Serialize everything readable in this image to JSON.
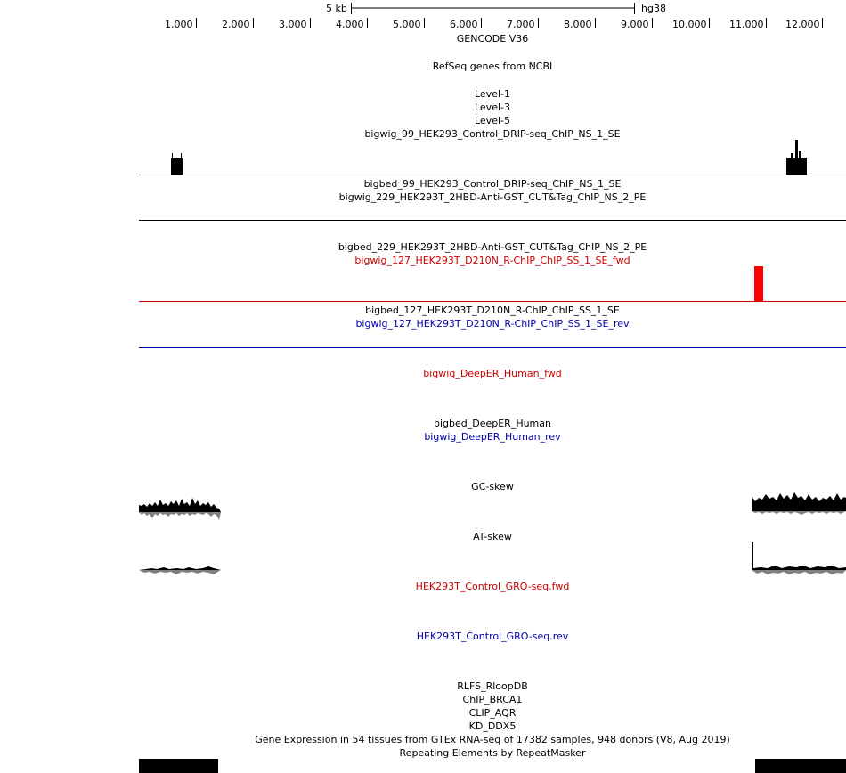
{
  "ruler": {
    "scale_label": "5 kb",
    "assembly": "hg38",
    "ticks": [
      "1,000",
      "2,000",
      "3,000",
      "4,000",
      "5,000",
      "6,000",
      "7,000",
      "8,000",
      "9,000",
      "10,000",
      "11,000",
      "12,000"
    ]
  },
  "tracks": {
    "gencode": "GENCODE V36",
    "refseq": "RefSeq genes from NCBI",
    "level1": "Level-1",
    "level3": "Level-3",
    "level5": "Level-5",
    "bigwig_99": "bigwig_99_HEK293_Control_DRIP-seq_ChIP_NS_1_SE",
    "bigbed_99": "bigbed_99_HEK293_Control_DRIP-seq_ChIP_NS_1_SE",
    "bigwig_229": "bigwig_229_HEK293T_2HBD-Anti-GST_CUT&Tag_ChIP_NS_2_PE",
    "bigbed_229": "bigbed_229_HEK293T_2HBD-Anti-GST_CUT&Tag_ChIP_NS_2_PE",
    "bigwig_127_fwd": "bigwig_127_HEK293T_D210N_R-ChIP_ChIP_SS_1_SE_fwd",
    "bigbed_127": "bigbed_127_HEK293T_D210N_R-ChIP_ChIP_SS_1_SE",
    "bigwig_127_rev": "bigwig_127_HEK293T_D210N_R-ChIP_ChIP_SS_1_SE_rev",
    "deeper_fwd": "bigwig_DeepER_Human_fwd",
    "bigbed_deeper": "bigbed_DeepER_Human",
    "deeper_rev": "bigwig_DeepER_Human_rev",
    "gc_skew": "GC-skew",
    "at_skew": "AT-skew",
    "gro_fwd": "HEK293T_Control_GRO-seq.fwd",
    "gro_rev": "HEK293T_Control_GRO-seq.rev",
    "rlfs": "RLFS_RloopDB",
    "chip_brca1": "ChIP_BRCA1",
    "clip_aqr": "CLIP_AQR",
    "kd_ddx5": "KD_DDX5",
    "gtex": "Gene Expression in 54 tissues from GTEx RNA-seq of 17382 samples, 948 donors (V8, Aug 2019)",
    "repeatmasker": "Repeating Elements by RepeatMasker"
  },
  "colors": {
    "black": "#000000",
    "red": "#cc0000",
    "blue": "#0000aa",
    "grey": "#808080"
  }
}
